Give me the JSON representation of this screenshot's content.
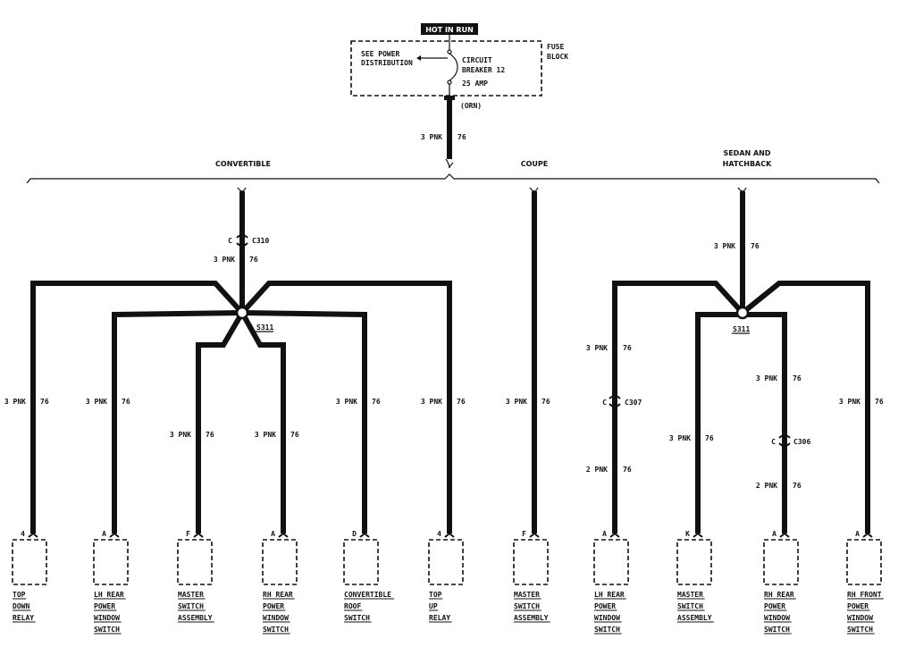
{
  "header": {
    "hot_in_run": "HOT IN RUN",
    "fuse_block": [
      "FUSE",
      "BLOCK"
    ],
    "see_power": [
      "SEE POWER",
      "DISTRIBUTION"
    ],
    "breaker": [
      "CIRCUIT",
      "BREAKER 12"
    ],
    "amp": "25 AMP",
    "orn": "(ORN)",
    "feed_wire": [
      "3 PNK",
      "76"
    ]
  },
  "branches": {
    "convertible": "CONVERTIBLE",
    "coupe": "COUPE",
    "sedan": [
      "SEDAN AND",
      "HATCHBACK"
    ]
  },
  "connectors": {
    "c310": "C310",
    "c307": "C307",
    "c306": "C306",
    "c_letter": "C",
    "s311_left": "S311",
    "s311_right": "S311"
  },
  "wire_labels": {
    "c310_below": [
      "3 PNK",
      "76"
    ],
    "sedan_trunk": [
      "3 PNK",
      "76"
    ],
    "c307_above": [
      "3 PNK",
      "76"
    ],
    "c307_below": [
      "2 PNK",
      "76"
    ],
    "c306_above": [
      "3 PNK",
      "76"
    ],
    "c306_below": [
      "2 PNK",
      "76"
    ]
  },
  "components": [
    {
      "pin": "4",
      "wire": [
        "3 PNK",
        "76"
      ],
      "name": [
        "TOP",
        "DOWN",
        "RELAY"
      ]
    },
    {
      "pin": "A",
      "wire": [
        "3 PNK",
        "76"
      ],
      "name": [
        "LH REAR",
        "POWER",
        "WINDOW",
        "SWITCH"
      ]
    },
    {
      "pin": "F",
      "wire": [
        "3 PNK",
        "76"
      ],
      "name": [
        "MASTER",
        "SWITCH",
        "ASSEMBLY"
      ]
    },
    {
      "pin": "A",
      "wire": [
        "3 PNK",
        "76"
      ],
      "name": [
        "RH REAR",
        "POWER",
        "WINDOW",
        "SWITCH"
      ]
    },
    {
      "pin": "D",
      "wire": [
        "3 PNK",
        "76"
      ],
      "name": [
        "CONVERTIBLE",
        "ROOF",
        "SWITCH"
      ]
    },
    {
      "pin": "4",
      "wire": [
        "3 PNK",
        "76"
      ],
      "name": [
        "TOP",
        "UP",
        "RELAY"
      ]
    },
    {
      "pin": "F",
      "wire": [
        "3 PNK",
        "76"
      ],
      "name": [
        "MASTER",
        "SWITCH",
        "ASSEMBLY"
      ]
    },
    {
      "pin": "A",
      "wire": [
        "3 PNK",
        "76"
      ],
      "name": [
        "LH REAR",
        "POWER",
        "WINDOW",
        "SWITCH"
      ]
    },
    {
      "pin": "K",
      "wire": [
        "3 PNK",
        "76"
      ],
      "name": [
        "MASTER",
        "SWITCH",
        "ASSEMBLY"
      ]
    },
    {
      "pin": "A",
      "wire": [
        "3 PNK",
        "76"
      ],
      "name": [
        "RH REAR",
        "POWER",
        "WINDOW",
        "SWITCH"
      ]
    },
    {
      "pin": "A",
      "wire": [
        "3 PNK",
        "76"
      ],
      "name": [
        "RH FRONT",
        "POWER",
        "WINDOW",
        "SWITCH"
      ]
    }
  ]
}
